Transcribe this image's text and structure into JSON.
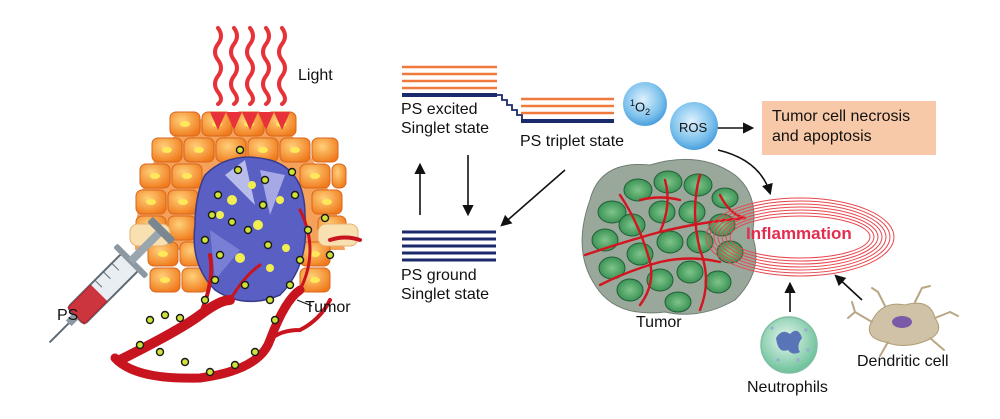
{
  "labels": {
    "light": "Light",
    "ps": "PS",
    "tumor_left": "Tumor",
    "ps_excited": [
      "PS excited",
      "Singlet state"
    ],
    "ps_triplet": "PS triplet state",
    "ps_ground": [
      "PS ground",
      "Singlet state"
    ],
    "singlet_oxygen": {
      "sup": "1",
      "base": "O",
      "sub": "2"
    },
    "ros": "ROS",
    "outcome": [
      "Tumor cell necrosis",
      "and apoptosis"
    ],
    "inflammation": "Inflammation",
    "tumor_right": "Tumor",
    "neutrophils": "Neutrophils",
    "dendritic_cell": "Dendritic cell"
  },
  "colors": {
    "orange_level": "#f07a3c",
    "navy_level": "#1b2a6b",
    "outcome_box": "#f8c9a8",
    "inflammation_text": "#e32d4f",
    "vessel": "#c8141e",
    "tumor_cell": "#5fb073",
    "oxygen_bubble": "#6fb7e6"
  },
  "icons": [
    "light-ray-icon",
    "syringe-icon",
    "neutrophil-icon",
    "dendritic-cell-icon"
  ]
}
